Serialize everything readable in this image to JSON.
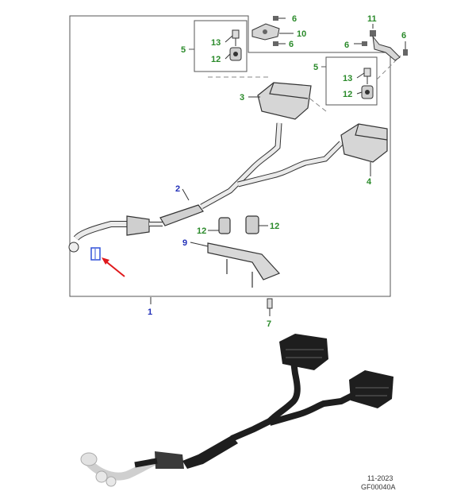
{
  "colors": {
    "part_number_green": "#2a8a2a",
    "part_number_blue": "#2230b8",
    "callout_arrow": "#e0191c",
    "highlight_box": "#3050d8",
    "line": "#333333",
    "part_fill": "#cfcfcf",
    "photo_part": "#1e1e1e"
  },
  "callouts": {
    "c1": "1",
    "c2": "2",
    "c3": "3",
    "c4": "4",
    "c5a": "5",
    "c5b": "5",
    "c6a": "6",
    "c6b": "6",
    "c6c": "6",
    "c6d": "6",
    "c7": "7",
    "c9": "9",
    "c10": "10",
    "c11": "11",
    "c12a": "12",
    "c12b": "12",
    "c12c": "12",
    "c12d": "12",
    "c13a": "13",
    "c13b": "13"
  },
  "footer": {
    "date": "11-2023",
    "code": "GF00040A"
  },
  "icons": {
    "callout_arrow": "red-arrow-icon",
    "highlight": "highlight-box-icon"
  }
}
